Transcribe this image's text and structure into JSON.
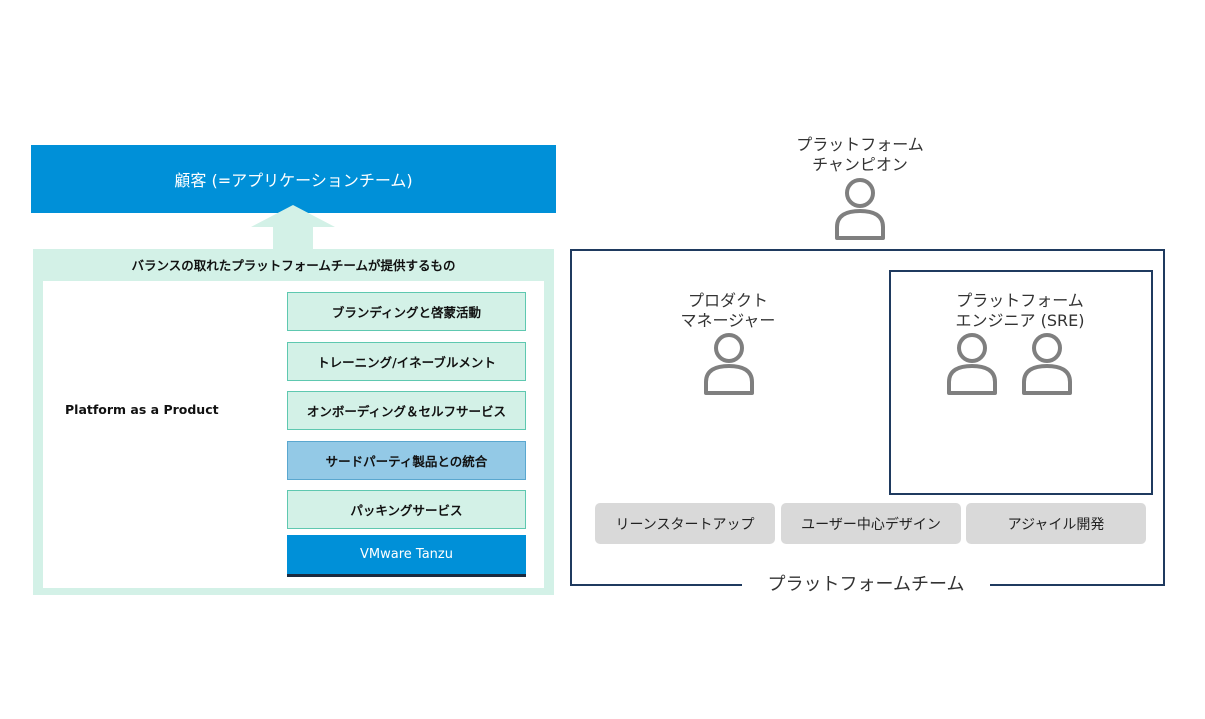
{
  "left": {
    "customer": "顧客 (=アプリケーションチーム)",
    "offer_title": "バランスの取れたプラットフォームチームが提供するもの",
    "paap_label": "Platform as a Product",
    "items": [
      "ブランディングと啓蒙活動",
      "トレーニング/イネーブルメント",
      "オンボーディング＆セルフサービス",
      "サードパーティ製品との統合",
      "パッキングサービス"
    ],
    "platform": "VMware Tanzu"
  },
  "right": {
    "champion_line1": "プラットフォーム",
    "champion_line2": "チャンピオン",
    "pm_line1": "プロダクト",
    "pm_line2": "マネージャー",
    "sre_line1": "プラットフォーム",
    "sre_line2": "エンジニア (SRE)",
    "practices": [
      "リーンスタートアップ",
      "ユーザー中心デザイン",
      "アジャイル開発"
    ],
    "team_label": "プラットフォームチーム"
  },
  "colors": {
    "brand_blue": "#0090d8",
    "mint": "#d3f1e7",
    "highlight_blue": "#93c9e6",
    "navy": "#1f3a5f",
    "person_gray": "#7f7f7f"
  },
  "icons": [
    "up-arrow-icon",
    "person-icon"
  ]
}
